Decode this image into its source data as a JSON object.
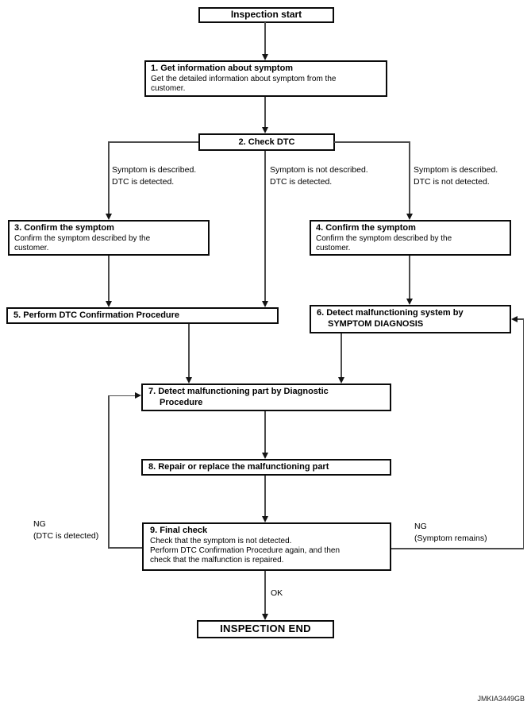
{
  "page": {
    "figure_code": "JMKIA3449GB"
  },
  "flowchart": {
    "start": "Inspection start",
    "end": "INSPECTION END",
    "ok_label": "OK",
    "steps": {
      "s1": {
        "title": "1. Get information about symptom",
        "body_lines": [
          "Get the detailed information about symptom from the",
          "customer."
        ]
      },
      "s2": {
        "title": "2. Check DTC"
      },
      "s3": {
        "title": "3. Confirm the symptom",
        "body_lines": [
          "Confirm the symptom described by the",
          "customer."
        ]
      },
      "s4": {
        "title": "4. Confirm the symptom",
        "body_lines": [
          "Confirm the symptom described by the",
          "customer."
        ]
      },
      "s5": {
        "title": "5. Perform DTC Confirmation Procedure"
      },
      "s6": {
        "title_lines": [
          "6. Detect malfunctioning system by",
          "SYMPTOM DIAGNOSIS"
        ]
      },
      "s7": {
        "title_lines": [
          "7. Detect malfunctioning part by Diagnostic",
          "Procedure"
        ]
      },
      "s8": {
        "title": "8. Repair or replace the malfunctioning part"
      },
      "s9": {
        "title": "9. Final check",
        "body_lines": [
          "Check that the symptom is not detected.",
          "Perform DTC Confirmation Procedure again, and then",
          "check that the malfunction is repaired."
        ]
      }
    },
    "branch_labels": {
      "left": [
        "Symptom is described.",
        "DTC is detected."
      ],
      "middle": [
        "Symptom is not described.",
        "DTC is detected."
      ],
      "right": [
        "Symptom is described.",
        "DTC is not detected."
      ]
    },
    "loop_labels": {
      "left_ng": [
        "NG",
        "(DTC is detected)"
      ],
      "right_ng": [
        "NG",
        "(Symptom remains)"
      ]
    },
    "colors": {
      "line": "#4c4c4c",
      "border": "#000000",
      "background": "#ffffff"
    }
  }
}
